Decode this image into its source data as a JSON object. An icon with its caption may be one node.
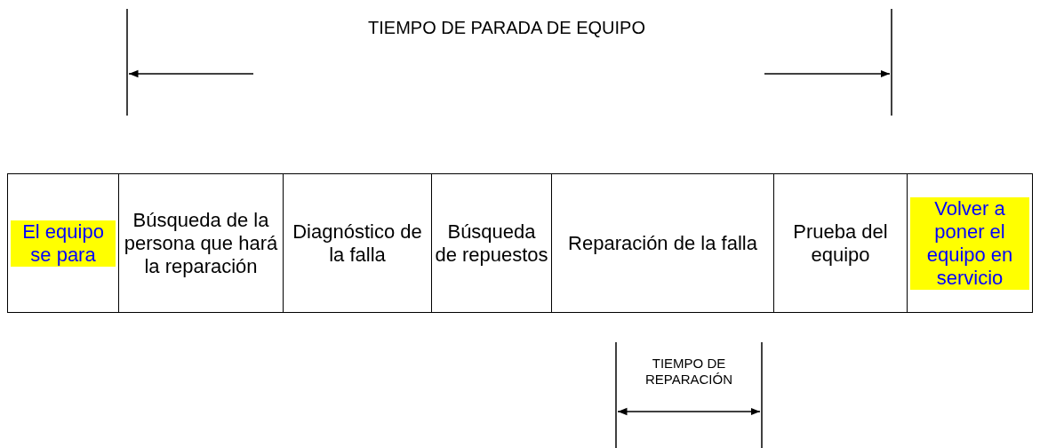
{
  "diagram": {
    "nodes": [
      {
        "text": [
          "El equipo se para"
        ]
      },
      {
        "text": [
          "Búsqueda de la persona que hará la reparación"
        ]
      },
      {
        "text": [
          "Diagnóstico de la falla"
        ]
      },
      {
        "text": [
          "Búsqueda de repuestos"
        ]
      },
      {
        "text": [
          "Reparación de la falla"
        ]
      },
      {
        "text": [
          "Prueba del equipo"
        ]
      },
      {
        "text": [
          "Volver a poner el equipo en servicio"
        ]
      }
    ],
    "edges": [],
    "labels": [
      "TIEMPO DE PARADA DE EQUIPO",
      "TIEMPO DE REPARACIÓN"
    ]
  }
}
